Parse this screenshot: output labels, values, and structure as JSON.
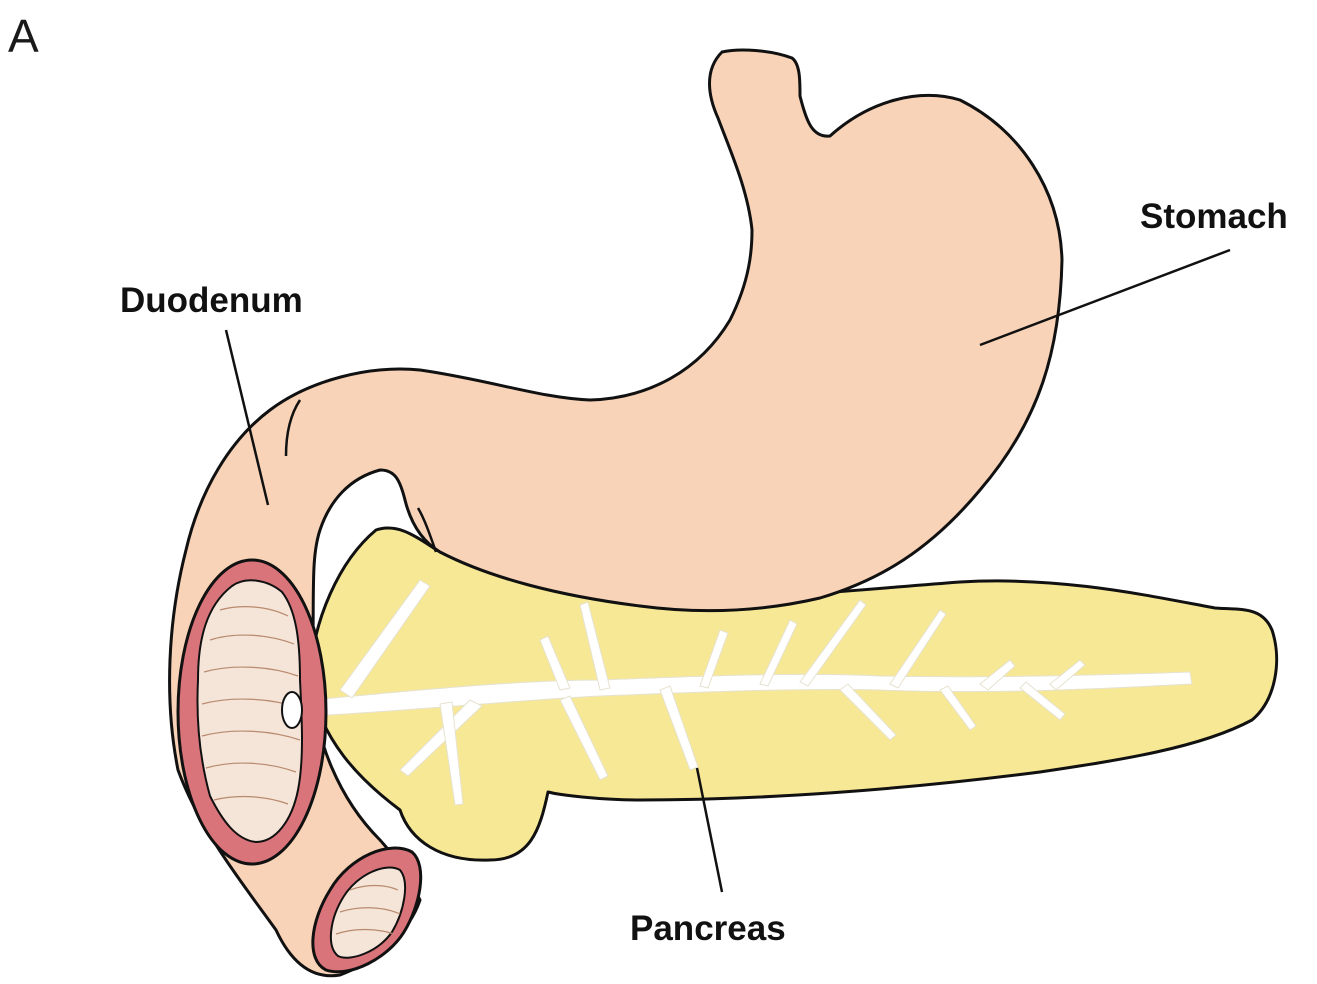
{
  "panel_letter": "A",
  "labels": {
    "stomach": "Stomach",
    "duodenum": "Duodenum",
    "pancreas": "Pancreas"
  },
  "colors": {
    "stomach_fill": "#f8d3b8",
    "pancreas_fill": "#f7e896",
    "duct_fill": "#ffffff",
    "lumen_rim": "#d9747a",
    "lumen_inner": "#f5e4d8",
    "outline": "#111111"
  }
}
